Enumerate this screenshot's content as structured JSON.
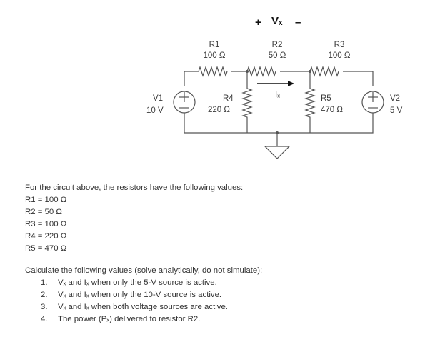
{
  "circuit": {
    "vx": {
      "plus": "+",
      "label": "Vₓ",
      "minus": "–"
    },
    "components": {
      "r1": {
        "name": "R1",
        "value": "100 Ω"
      },
      "r2": {
        "name": "R2",
        "value": "50 Ω"
      },
      "r3": {
        "name": "R3",
        "value": "100 Ω"
      },
      "r4": {
        "name": "R4",
        "value": "220 Ω"
      },
      "r5": {
        "name": "R5",
        "value": "470 Ω"
      },
      "v1": {
        "name": "V1",
        "value": "10 V"
      },
      "v2": {
        "name": "V2",
        "value": "5 V"
      }
    },
    "ix": "Iₓ"
  },
  "text": {
    "intro": "For the circuit above, the resistors have the following values:",
    "values": [
      "R1 = 100 Ω",
      "R2 = 50 Ω",
      "R3 = 100 Ω",
      "R4 = 220 Ω",
      "R5 = 470 Ω"
    ],
    "instruction": "Calculate the following values (solve analytically, do not simulate):",
    "questions": [
      {
        "num": "1.",
        "text": "Vₓ and Iₓ when only the 5-V source is active."
      },
      {
        "num": "2.",
        "text": "Vₓ and Iₓ when only the  10-V source is active."
      },
      {
        "num": "3.",
        "text": "Vₓ and Iₓ when both voltage sources are active."
      },
      {
        "num": "4.",
        "text": "The power (Pₓ) delivered to resistor R2."
      }
    ]
  }
}
